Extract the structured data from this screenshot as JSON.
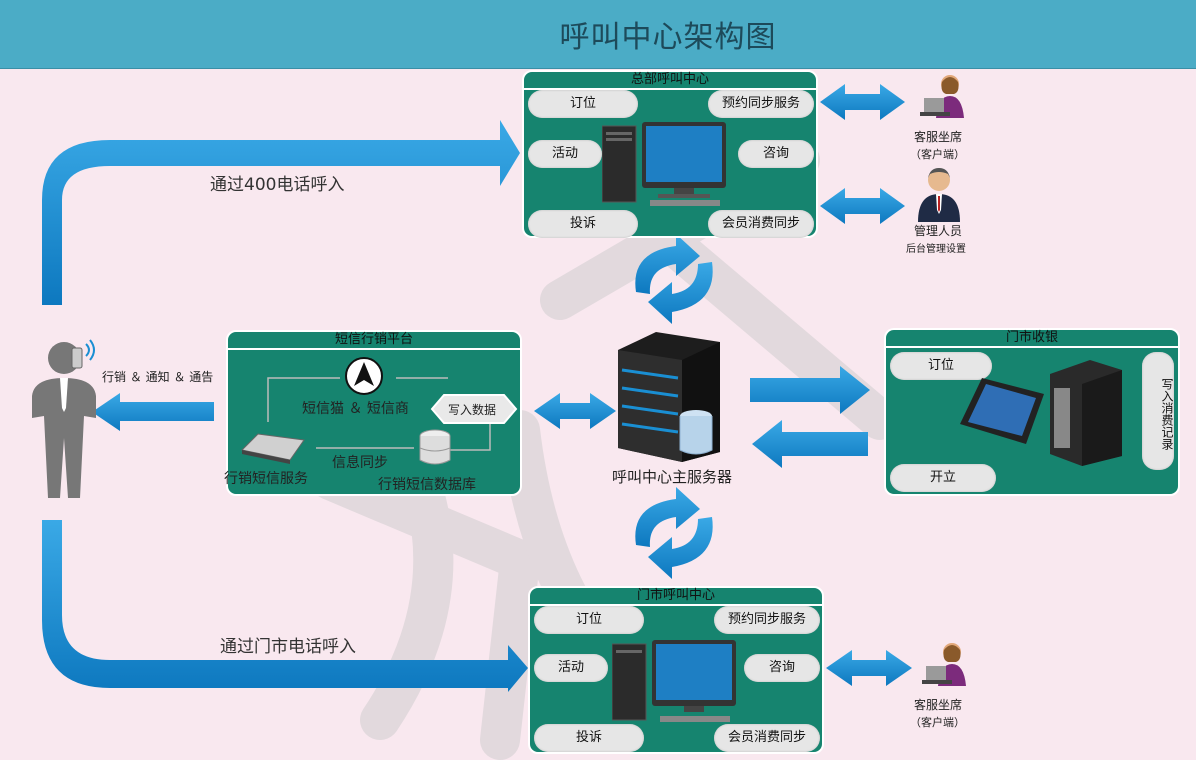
{
  "title": "呼叫中心架构图",
  "hq_center": {
    "title": "总部呼叫中心",
    "buttons": {
      "order": "订位",
      "sync": "预约同步服务",
      "activity": "活动",
      "consult": "咨询",
      "complaint": "投诉",
      "member": "会员消费同步"
    }
  },
  "agent_top": {
    "name": "客服坐席",
    "sub": "（客户端）"
  },
  "manager": {
    "name": "管理人员",
    "sub": "后台管理设置"
  },
  "caller": {
    "via400": "通过400电话呼入",
    "viaStore": "通过门市电话呼入",
    "notify": "行销 ＆ 通知 ＆ 通告"
  },
  "sms": {
    "title": "短信行销平台",
    "cat": "短信猫 ＆ 短信商",
    "write": "写入数据",
    "sync": "信息同步",
    "service": "行销短信服务",
    "db": "行销短信数据库"
  },
  "main_server": "呼叫中心主服务器",
  "pos": {
    "title": "门市收银",
    "order": "订位",
    "open": "开立",
    "write_record": "写入消费记录"
  },
  "store_center": {
    "title": "门市呼叫中心",
    "buttons": {
      "order": "订位",
      "sync": "预约同步服务",
      "activity": "活动",
      "consult": "咨询",
      "complaint": "投诉",
      "member": "会员消费同步"
    }
  },
  "agent_bottom": {
    "name": "客服坐席",
    "sub": "（客户端）"
  },
  "colors": {
    "title_bar": "#4bacc6",
    "panel": "#16846f",
    "arrow_blue": "#1a8fd3",
    "background": "#f9e8ef"
  },
  "icons": [
    "phone-caller-icon",
    "desktop-computer-icon",
    "agent-person-icon",
    "manager-person-icon",
    "server-icon",
    "database-icon",
    "compass-icon",
    "tablet-icon",
    "cycle-arrows-icon"
  ]
}
